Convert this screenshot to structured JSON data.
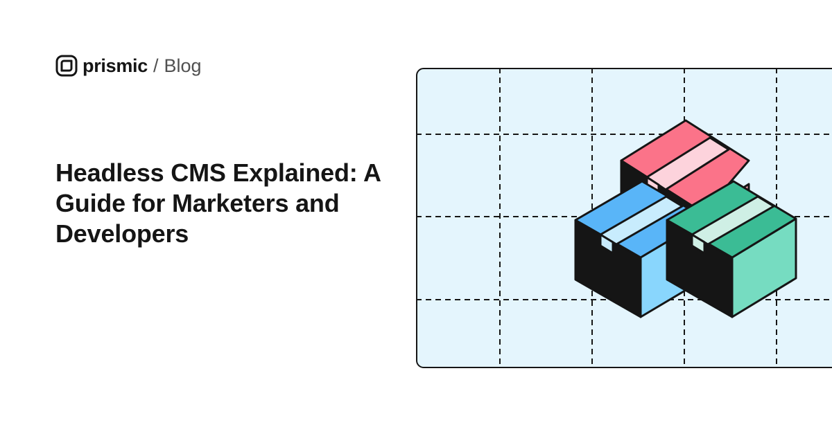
{
  "brand": {
    "name": "prismic",
    "separator": "/",
    "section": "Blog",
    "logo_icon": "prismic-logo-icon"
  },
  "article": {
    "title": "Headless CMS Explained: A Guide for Marketers and Developers"
  },
  "illustration": {
    "background_color": "#e4f5fd",
    "outline_color": "#151515",
    "boxes": [
      {
        "name": "pink-box",
        "top": "#fb7389",
        "side": "#f8a2b1",
        "tape": "#fdd3dc"
      },
      {
        "name": "blue-box",
        "top": "#59b5f8",
        "side": "#89d6fd",
        "tape": "#c8ecfd"
      },
      {
        "name": "green-box",
        "top": "#3bbc95",
        "side": "#76dcc1",
        "tape": "#cfefe5"
      }
    ]
  }
}
